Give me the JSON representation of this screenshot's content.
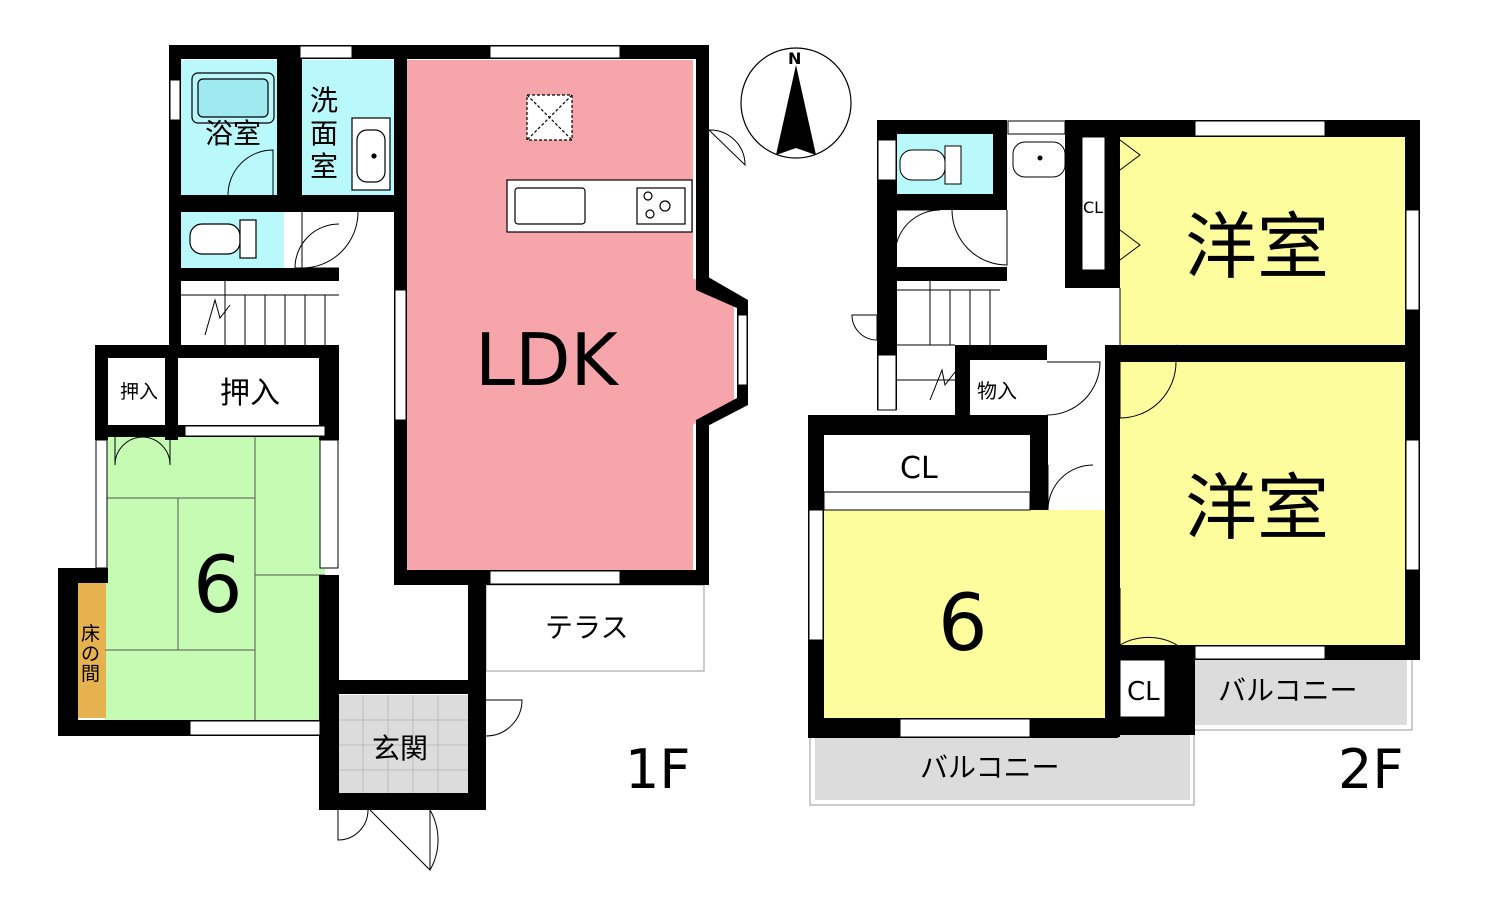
{
  "floor1": {
    "level_label": "1F",
    "rooms": {
      "bath": "浴室",
      "washroom_1": "洗",
      "washroom_2": "面",
      "washroom_3": "室",
      "ldk": "LDK",
      "oshiire_small": "押入",
      "oshiire": "押入",
      "washitsu_size": "6",
      "tokonoma_1": "床",
      "tokonoma_2": "の",
      "tokonoma_3": "間",
      "terrace": "テラス",
      "entrance": "玄関"
    }
  },
  "floor2": {
    "level_label": "2F",
    "rooms": {
      "cl_top": "CL",
      "youshitsu_top": "洋室",
      "youshitsu_bottom": "洋室",
      "storage": "物入",
      "cl_middle": "CL",
      "room_size": "6",
      "cl_bottom": "CL",
      "balcony_right": "バルコニー",
      "balcony_bottom": "バルコニー"
    }
  },
  "compass": {
    "north_label": "N"
  },
  "colors": {
    "ldk": "#f6a6aa",
    "wet": "#b9f8fb",
    "washitsu": "#c6fbb3",
    "youshitsu": "#fdfd9e",
    "tokonoma": "#e6b24f",
    "entrance": "#dcdcdc",
    "balcony": "#dcdcdc",
    "wall": "#000000"
  }
}
